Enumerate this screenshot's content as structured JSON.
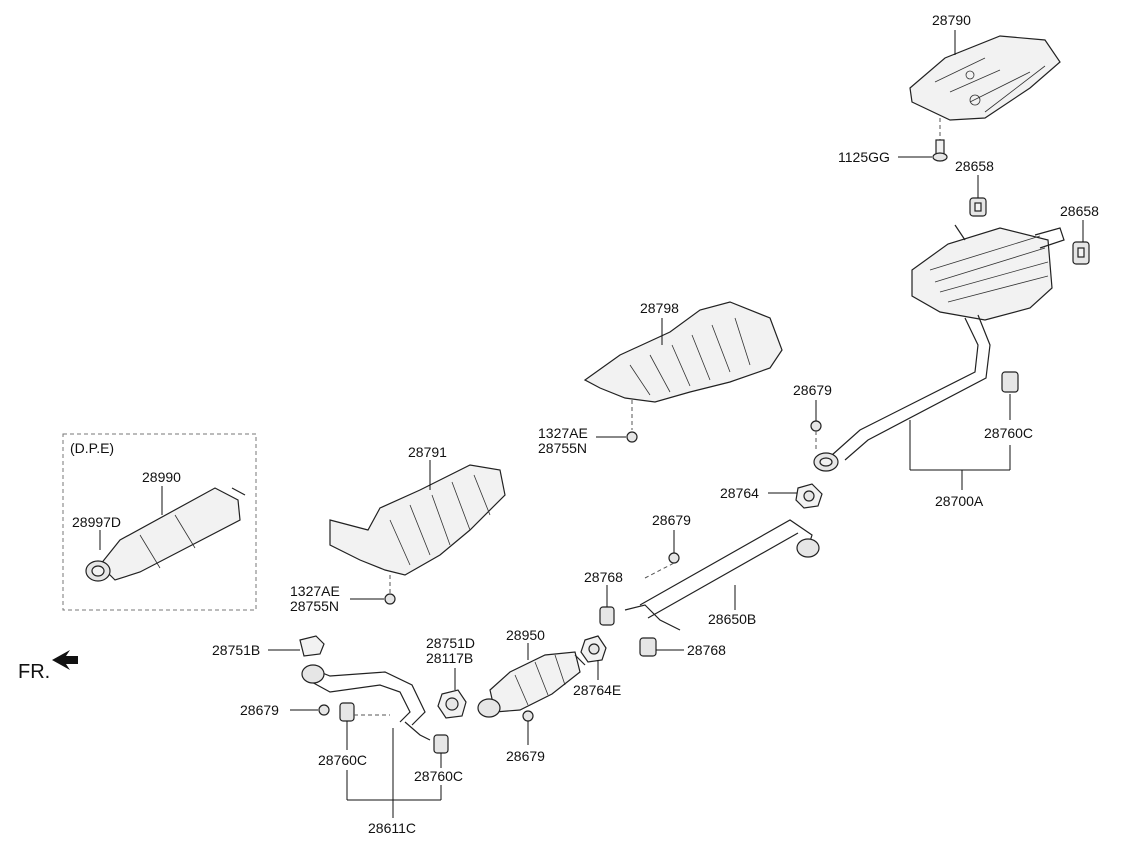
{
  "labels": {
    "p28790": "28790",
    "p1125GG": "1125GG",
    "p28658_a": "28658",
    "p28658_b": "28658",
    "p28798": "28798",
    "p28679_top": "28679",
    "p28760C_right": "28760C",
    "p28700A": "28700A",
    "p1327AE_top": "1327AE",
    "p28755N_top": "28755N",
    "p28791": "28791",
    "p28764": "28764",
    "p28679_mid": "28679",
    "p28768_a": "28768",
    "p28650B": "28650B",
    "p28768_b": "28768",
    "p1327AE_bot": "1327AE",
    "p28755N_bot": "28755N",
    "dpe_title": "(D.P.E)",
    "p28990": "28990",
    "p28997D": "28997D",
    "p28751D": "28751D",
    "p28117B": "28117B",
    "p28950": "28950",
    "p28751B": "28751B",
    "p28764E": "28764E",
    "p28679_left": "28679",
    "p28679_bot": "28679",
    "p28760C_left": "28760C",
    "p28760C_mid": "28760C",
    "p28611C": "28611C",
    "fr": "FR."
  },
  "colors": {
    "line": "#222222",
    "part_fill": "#f2f2f2",
    "text": "#111111"
  }
}
